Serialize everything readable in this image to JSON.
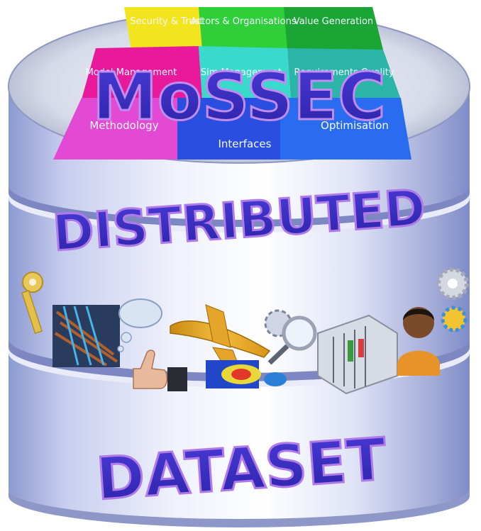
{
  "logo_title": "MoSSEC",
  "band_top_text": "DISTRIBUTED",
  "band_bottom_text": "DATASET",
  "puzzle": {
    "security": "Security & Trust",
    "actors": "Actors & Organisations",
    "value": "Value Generation",
    "model_mgmt": "Model Management",
    "sim_mgmt": "Sim Management",
    "requirements": "Requirements Quality",
    "methodology": "Methodology",
    "interfaces": "Interfaces",
    "optimisation": "Optimisation"
  },
  "icons": [
    "key-icon",
    "cables-icon",
    "thought-cloud-icon",
    "thumbs-up-icon",
    "airplane-icon",
    "simulation-icon",
    "gear-magnifier-icon",
    "machine-icon",
    "person-icon",
    "gears-icon"
  ],
  "colors": {
    "yellow": "#f2e41d",
    "green": "#2fcf3a",
    "dark_green": "#1aa534",
    "pink": "#e8199a",
    "magenta": "#e24ad6",
    "cyan": "#39d9cc",
    "blue": "#2a6cf0",
    "text_fill": "#3b2ec2",
    "text_stroke": "#b07ae8"
  }
}
